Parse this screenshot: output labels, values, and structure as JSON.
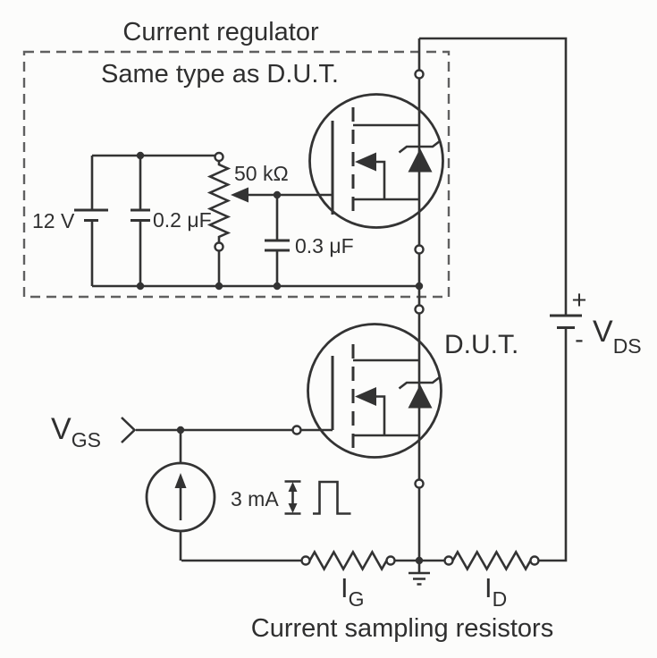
{
  "figure": {
    "title": "Current regulator",
    "box_label": "Same type as D.U.T.",
    "dut_label": "D.U.T.",
    "caption": "Current sampling resistors"
  },
  "labels": {
    "supply_battery": "12 V",
    "filter_capacitor": "0.2 μF",
    "potentiometer": "50 kΩ",
    "gate_capacitor": "0.3 μF",
    "pulse_current": "3 mA",
    "vds_plus": "+",
    "vds_minus": "-",
    "vgs": {
      "main": "V",
      "sub": "GS"
    },
    "vds": {
      "main": "V",
      "sub": "DS"
    },
    "ig": {
      "main": "I",
      "sub": "G"
    },
    "id": {
      "main": "I",
      "sub": "D"
    }
  },
  "colors": {
    "line": "#333333",
    "dashed_box": "#606060",
    "background": "#fcfcfb"
  }
}
